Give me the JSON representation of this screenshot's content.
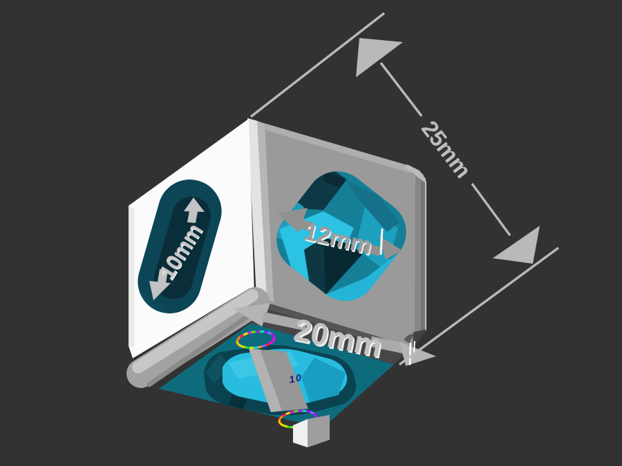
{
  "palette": {
    "background": "#323232",
    "cube_face_light": "#fbfbfb",
    "cube_face_gray": "#9a9a9a",
    "cube_edge_highlight": "#c7c7c7",
    "cube_chamfer_dark": "#464646",
    "bottom_face_teal": "#0e6b7c",
    "pocket_wall_teal": "#0b4250",
    "pocket_floor_cyan": "#28bddf",
    "hole_cyan_bright": "#2bc2e4",
    "hole_teal_mid": "#157f98",
    "slot_cyan_bright": "#3bc9e4",
    "dim_label_light": "#c6c6c6",
    "dim_label_mid": "#9c9c9c",
    "dim_arrow_gray": "#b5b5b5",
    "marking_navy": "#1a1a78",
    "zfight_ring_colors": [
      "#ff2020",
      "#ffe000",
      "#22dd22",
      "#00e0ff",
      "#ff00ff"
    ]
  },
  "labels": {
    "depth_dimension": "25mm",
    "width_dimension": "20mm",
    "hole_dimension": "12mm",
    "slot_dimension": "10mm",
    "bottom_marking": "10"
  }
}
